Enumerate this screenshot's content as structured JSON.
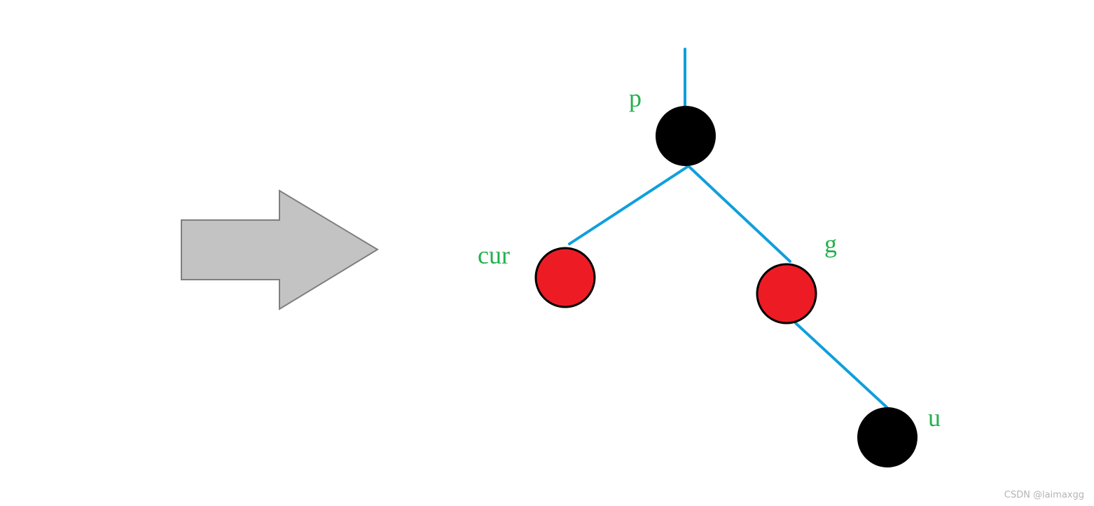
{
  "colors": {
    "background": "#ffffff",
    "edge": "#0f9fdc",
    "label": "#22b14c",
    "node_black": "#000000",
    "node_red": "#ed1c24",
    "arrow_fill": "#c3c3c3",
    "arrow_stroke": "#7f7f7f",
    "watermark": "#b4b4b4"
  },
  "arrow": {
    "icon": "right-arrow-icon",
    "direction": "right"
  },
  "tree": {
    "nodes": [
      {
        "id": "p",
        "label": "p",
        "color": "black",
        "parent": null
      },
      {
        "id": "cur",
        "label": "cur",
        "color": "red",
        "parent": "p"
      },
      {
        "id": "g",
        "label": "g",
        "color": "red",
        "parent": "p"
      },
      {
        "id": "u",
        "label": "u",
        "color": "black",
        "parent": "g"
      }
    ],
    "incoming_edge_to": "p"
  },
  "watermark": "CSDN @laimaxgg"
}
